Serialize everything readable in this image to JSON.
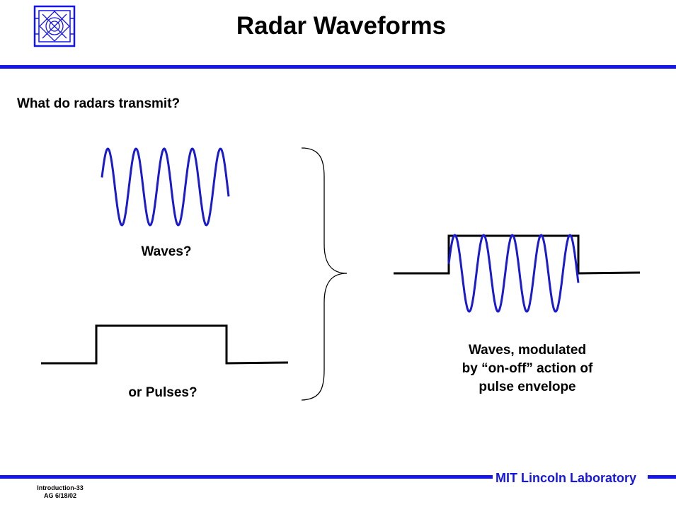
{
  "header": {
    "title": "Radar Waveforms"
  },
  "content": {
    "question": "What do radars transmit?",
    "waves_label": "Waves?",
    "pulses_label": "or Pulses?",
    "modulated_label_lines": [
      "Waves, modulated",
      "by “on-off” action of",
      "pulse envelope"
    ]
  },
  "footer": {
    "lab_name": "MIT Lincoln Laboratory",
    "slide_id": "Introduction-33",
    "slide_date": "AG 6/18/02"
  },
  "colors": {
    "accent_blue": "#1515e8",
    "wave_blue": "#1a1ad6",
    "line_black": "#000000"
  },
  "icons": [
    "lincoln-lab-logo-icon"
  ]
}
